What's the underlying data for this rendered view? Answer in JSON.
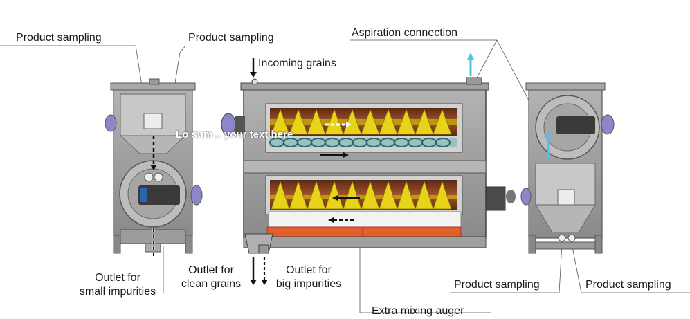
{
  "labels": {
    "product_sampling_top_left_a": "Product sampling",
    "product_sampling_top_left_b": "Product sampling",
    "aspiration_connection": "Aspiration connection",
    "incoming_grains": "Incoming grains",
    "outlet_small_line1": "Outlet for",
    "outlet_small_line2": "small impurities",
    "outlet_clean_line1": "Outlet for",
    "outlet_clean_line2": "clean grains",
    "outlet_big_line1": "Outlet for",
    "outlet_big_line2": "big impurities",
    "product_sampling_bottom_right_a": "Product sampling",
    "product_sampling_bottom_right_b": "Product sampling",
    "extra_mixing_auger": "Extra mixing auger",
    "overlay_text": "Lo    sum .. your text here"
  },
  "colors": {
    "machine_frame": "#9a9a9a",
    "machine_dark": "#4a4a4a",
    "auger_yellow": "#e8d21a",
    "auger_chamber": "#7a3a18",
    "mixing_auger_teal": "#3c8a8a",
    "aspiration_arrow": "#4fc3e6",
    "motor_purple": "#8c88c8",
    "drawer_orange": "#e0602a"
  }
}
